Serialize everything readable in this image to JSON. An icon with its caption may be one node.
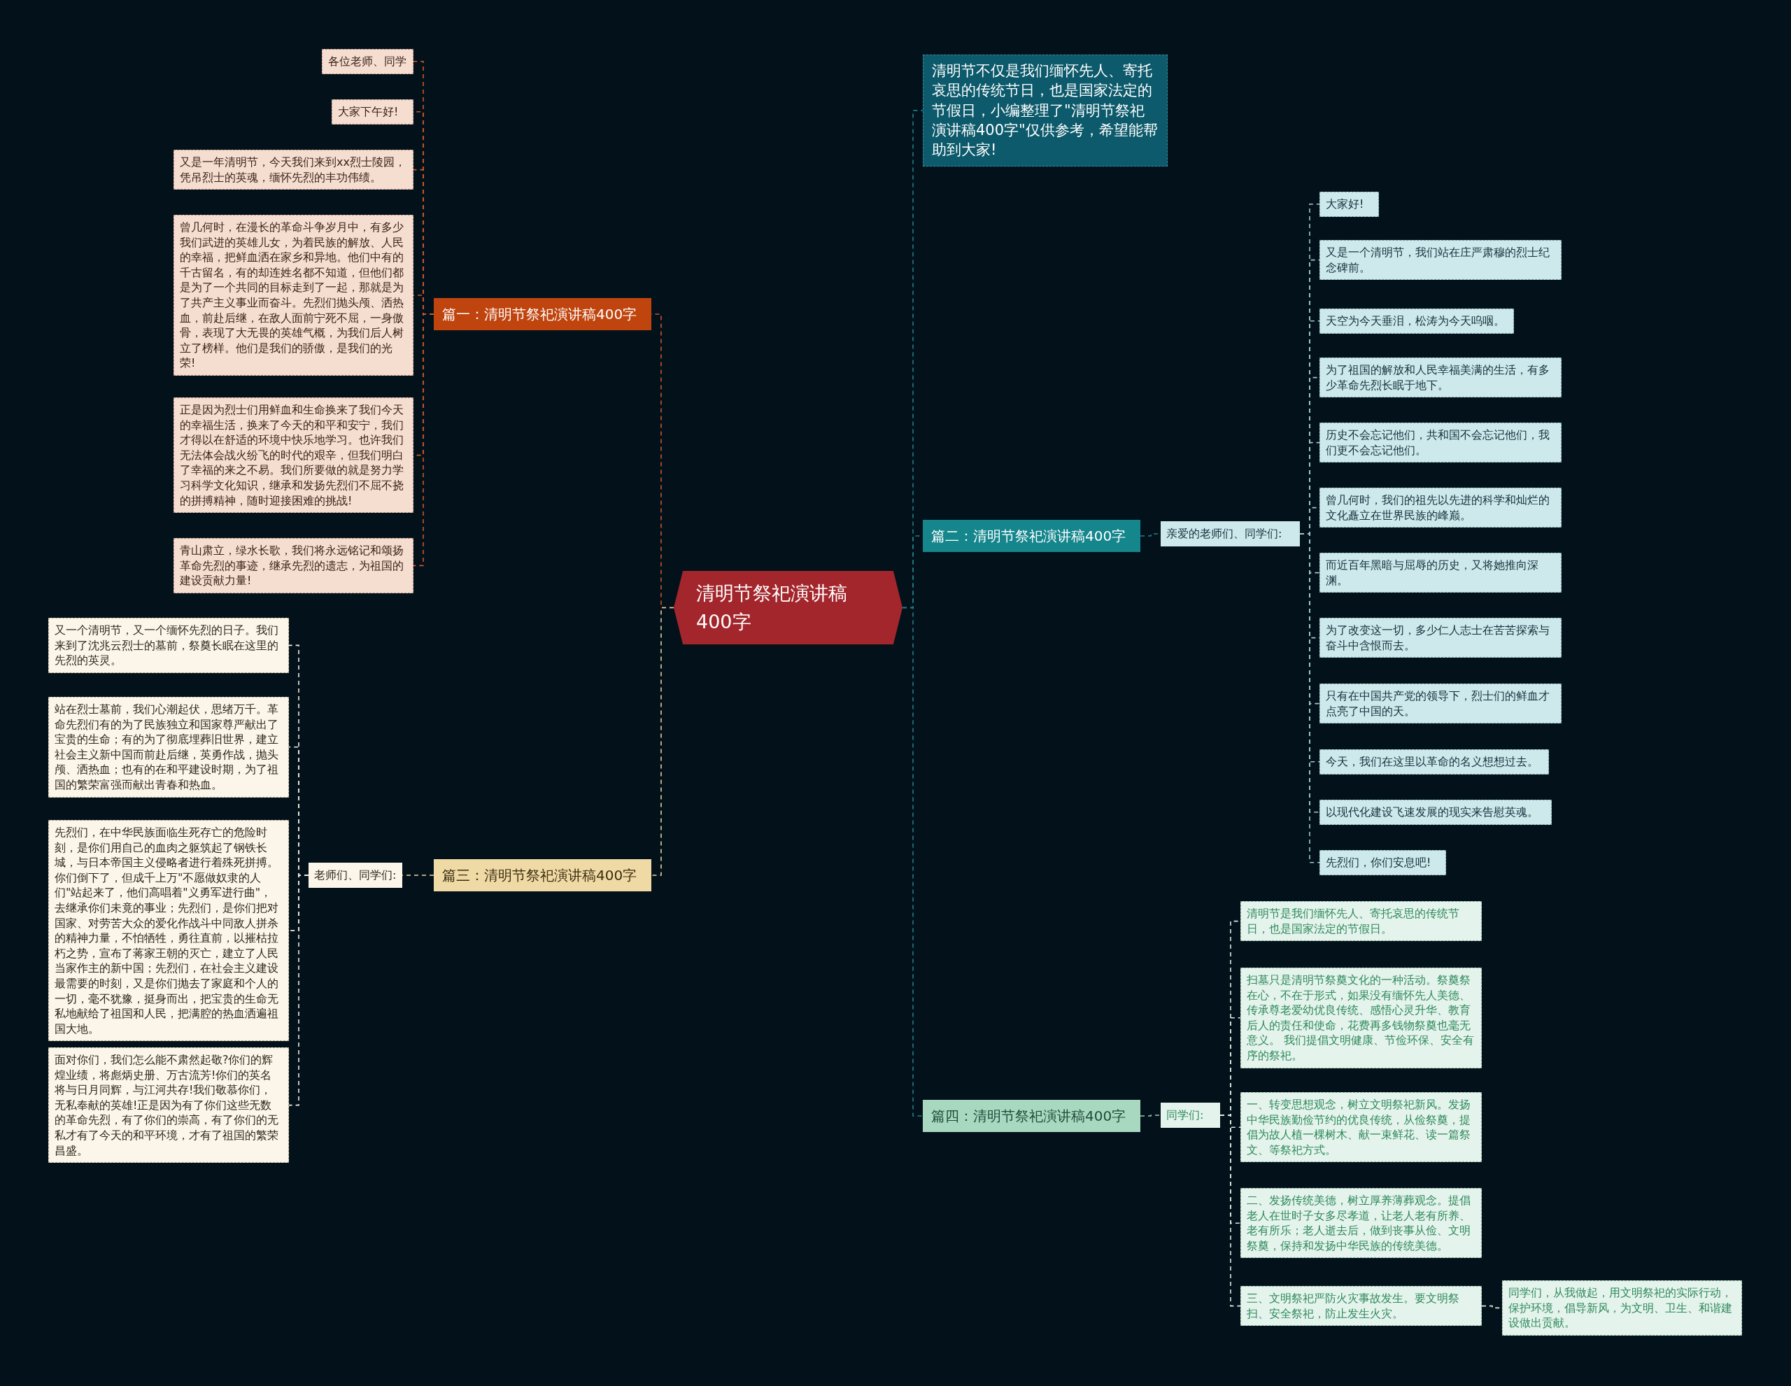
{
  "diagram": {
    "nodes": [
      {
        "text": [
          "清明节祭祀演讲稿400字"
        ]
      },
      {
        "text": [
          "清明节不仅是我们缅怀先人、寄托哀思的传统节日，也是国家法定的节假日，小编整理了\"清明节祭祀演讲稿400字\"仅供参考，希望能帮助到大家!"
        ]
      },
      {
        "text": [
          "篇一：清明节祭祀演讲稿400字"
        ]
      },
      {
        "text": [
          "各位老师、同学"
        ]
      },
      {
        "text": [
          "大家下午好!"
        ]
      },
      {
        "text": [
          "又是一年清明节，今天我们来到xx烈士陵园，凭吊烈士的英魂，缅怀先烈的丰功伟绩。"
        ]
      },
      {
        "text": [
          "曾几何时，在漫长的革命斗争岁月中，有多少我们武进的英雄儿女，为着民族的解放、人民的幸福，把鲜血洒在家乡和异地。他们中有的千古留名，有的却连姓名都不知道，但他们都是为了一个共同的目标走到了一起，那就是为了共产主义事业而奋斗。先烈们抛头颅、洒热血，前赴后继，在敌人面前宁死不屈，一身傲骨，表现了大无畏的英雄气概，为我们后人树立了榜样。他们是我们的骄傲，是我们的光荣!"
        ]
      },
      {
        "text": [
          "正是因为烈士们用鲜血和生命换来了我们今天的幸福生活，换来了今天的和平和安宁，我们才得以在舒适的环境中快乐地学习。也许我们无法体会战火纷飞的时代的艰辛，但我们明白了幸福的来之不易。我们所要做的就是努力学习科学文化知识，继承和发扬先烈们不屈不挠的拼搏精神，随时迎接困难的挑战!"
        ]
      },
      {
        "text": [
          "青山肃立，绿水长歌，我们将永远铭记和颂扬革命先烈的事迹，继承先烈的遗志，为祖国的建设贡献力量!"
        ]
      },
      {
        "text": [
          "篇二：清明节祭祀演讲稿400字"
        ]
      },
      {
        "text": [
          "亲爱的老师们、同学们:"
        ]
      },
      {
        "text": [
          "大家好!"
        ]
      },
      {
        "text": [
          "又是一个清明节，我们站在庄严肃穆的烈士纪念碑前。"
        ]
      },
      {
        "text": [
          "天空为今天垂泪，松涛为今天呜咽。"
        ]
      },
      {
        "text": [
          "为了祖国的解放和人民幸福美满的生活，有多少革命先烈长眠于地下。"
        ]
      },
      {
        "text": [
          "历史不会忘记他们，共和国不会忘记他们，我们更不会忘记他们。"
        ]
      },
      {
        "text": [
          "曾几何时，我们的祖先以先进的科学和灿烂的文化矗立在世界民族的峰巅。"
        ]
      },
      {
        "text": [
          "而近百年黑暗与屈辱的历史，又将她推向深渊。"
        ]
      },
      {
        "text": [
          "为了改变这一切，多少仁人志士在苦苦探索与奋斗中含恨而去。"
        ]
      },
      {
        "text": [
          "只有在中国共产党的领导下，烈士们的鲜血才点亮了中国的天。"
        ]
      },
      {
        "text": [
          "今天，我们在这里以革命的名义想想过去。"
        ]
      },
      {
        "text": [
          "以现代化建设飞速发展的现实来告慰英魂。"
        ]
      },
      {
        "text": [
          "先烈们，你们安息吧!"
        ]
      },
      {
        "text": [
          "篇三：清明节祭祀演讲稿400字"
        ]
      },
      {
        "text": [
          "老师们、同学们:"
        ]
      },
      {
        "text": [
          "又一个清明节，又一个缅怀先烈的日子。我们来到了沈兆云烈士的墓前，祭奠长眠在这里的先烈的英灵。"
        ]
      },
      {
        "text": [
          "站在烈士墓前，我们心潮起伏，思绪万千。革命先烈们有的为了民族独立和国家尊严献出了宝贵的生命；有的为了彻底埋葬旧世界，建立社会主义新中国而前赴后继，英勇作战，抛头颅、洒热血；也有的在和平建设时期，为了祖国的繁荣富强而献出青春和热血。"
        ]
      },
      {
        "text": [
          "先烈们，在中华民族面临生死存亡的危险时刻，是你们用自己的血肉之躯筑起了钢铁长城，与日本帝国主义侵略者进行着殊死拼搏。你们倒下了，但成千上万\"不愿做奴隶的人们\"站起来了，他们高唱着\"义勇军进行曲\"，去继承你们未竟的事业；先烈们，是你们把对国家、对劳苦大众的爱化作战斗中同敌人拼杀的精神力量，不怕牺牲，勇往直前，以摧枯拉朽之势，宣布了蒋家王朝的灭亡，建立了人民当家作主的新中国；先烈们，在社会主义建设最需要的时刻，又是你们抛去了家庭和个人的一切，毫不犹豫，挺身而出，把宝贵的生命无私地献给了祖国和人民，把满腔的热血洒遍祖国大地。"
        ]
      },
      {
        "text": [
          "面对你们，我们怎么能不肃然起敬?你们的辉煌业绩，将彪炳史册、万古流芳!你们的英名将与日月同辉，与江河共存!我们敬慕你们，无私奉献的英雄!正是因为有了你们这些无数的革命先烈，有了你们的崇高，有了你们的无私才有了今天的和平环境，才有了祖国的繁荣昌盛。"
        ]
      },
      {
        "text": [
          "篇四：清明节祭祀演讲稿400字"
        ]
      },
      {
        "text": [
          "同学们:"
        ]
      },
      {
        "text": [
          "清明节是我们缅怀先人、寄托哀思的传统节日，也是国家法定的节假日。"
        ]
      },
      {
        "text": [
          "扫墓只是清明节祭奠文化的一种活动。祭奠祭在心，不在于形式，如果没有缅怀先人美德、传承尊老爱幼优良传统、感悟心灵升华、教育后人的责任和使命，花费再多钱物祭奠也毫无意义。 我们提倡文明健康、节俭环保、安全有序的祭祀。"
        ]
      },
      {
        "text": [
          "一、转变思想观念，树立文明祭祀新风。发扬中华民族勤俭节约的优良传统，从俭祭奠，提倡为故人植一棵树木、献一束鲜花、读一篇祭文、等祭祀方式。"
        ]
      },
      {
        "text": [
          "二、发扬传统美德，树立厚养薄葬观念。提倡老人在世时子女多尽孝道，让老人老有所养、老有所乐；老人逝去后，做到丧事从俭、文明祭奠，保持和发扬中华民族的传统美德。"
        ]
      },
      {
        "text": [
          "三、文明祭祀严防火灾事故发生。要文明祭扫、安全祭祀，防止发生火灾。"
        ]
      },
      {
        "text": [
          "同学们，从我做起，用文明祭祀的实际行动，保护环境，倡导新风，为文明、卫生、和谐建设做出贡献。"
        ]
      }
    ],
    "edges": [
      {
        "from": 0,
        "to": 1,
        "arrow": "none",
        "style": "dashed",
        "color": "#1f7f8a"
      },
      {
        "from": 0,
        "to": 2,
        "arrow": "none",
        "style": "dashed",
        "color": "#d0562a"
      },
      {
        "from": 0,
        "to": 9,
        "arrow": "none",
        "style": "dashed",
        "color": "#1f7f8a"
      },
      {
        "from": 0,
        "to": 23,
        "arrow": "none",
        "style": "dashed",
        "color": "#e8d3a0"
      },
      {
        "from": 0,
        "to": 29,
        "arrow": "none",
        "style": "dashed",
        "color": "#1f7f8a"
      },
      {
        "from": 2,
        "to": 3,
        "arrow": "none",
        "style": "dashed",
        "color": "#d0562a"
      },
      {
        "from": 2,
        "to": 4,
        "arrow": "none",
        "style": "dashed",
        "color": "#d0562a"
      },
      {
        "from": 2,
        "to": 5,
        "arrow": "none",
        "style": "dashed",
        "color": "#d0562a"
      },
      {
        "from": 2,
        "to": 6,
        "arrow": "none",
        "style": "dashed",
        "color": "#d0562a"
      },
      {
        "from": 2,
        "to": 7,
        "arrow": "none",
        "style": "dashed",
        "color": "#d0562a"
      },
      {
        "from": 2,
        "to": 8,
        "arrow": "none",
        "style": "dashed",
        "color": "#d0562a"
      },
      {
        "from": 9,
        "to": 10,
        "arrow": "none",
        "style": "dashed",
        "color": "#1f7f8a"
      },
      {
        "from": 10,
        "to": 11,
        "arrow": "none",
        "style": "dashed",
        "color": "#9fc9cf"
      },
      {
        "from": 10,
        "to": 12,
        "arrow": "none",
        "style": "dashed",
        "color": "#9fc9cf"
      },
      {
        "from": 10,
        "to": 13,
        "arrow": "none",
        "style": "dashed",
        "color": "#9fc9cf"
      },
      {
        "from": 10,
        "to": 14,
        "arrow": "none",
        "style": "dashed",
        "color": "#9fc9cf"
      },
      {
        "from": 10,
        "to": 15,
        "arrow": "none",
        "style": "dashed",
        "color": "#9fc9cf"
      },
      {
        "from": 10,
        "to": 16,
        "arrow": "none",
        "style": "dashed",
        "color": "#9fc9cf"
      },
      {
        "from": 10,
        "to": 17,
        "arrow": "none",
        "style": "dashed",
        "color": "#9fc9cf"
      },
      {
        "from": 10,
        "to": 18,
        "arrow": "none",
        "style": "dashed",
        "color": "#9fc9cf"
      },
      {
        "from": 10,
        "to": 19,
        "arrow": "none",
        "style": "dashed",
        "color": "#9fc9cf"
      },
      {
        "from": 10,
        "to": 20,
        "arrow": "none",
        "style": "dashed",
        "color": "#9fc9cf"
      },
      {
        "from": 10,
        "to": 21,
        "arrow": "none",
        "style": "dashed",
        "color": "#9fc9cf"
      },
      {
        "from": 10,
        "to": 22,
        "arrow": "none",
        "style": "dashed",
        "color": "#9fc9cf"
      },
      {
        "from": 23,
        "to": 24,
        "arrow": "none",
        "style": "dashed",
        "color": "#e8d3a0"
      },
      {
        "from": 24,
        "to": 25,
        "arrow": "none",
        "style": "dashed",
        "color": "#f3ecdc"
      },
      {
        "from": 24,
        "to": 26,
        "arrow": "none",
        "style": "dashed",
        "color": "#f3ecdc"
      },
      {
        "from": 24,
        "to": 27,
        "arrow": "none",
        "style": "dashed",
        "color": "#f3ecdc"
      },
      {
        "from": 24,
        "to": 28,
        "arrow": "none",
        "style": "dashed",
        "color": "#f3ecdc"
      },
      {
        "from": 29,
        "to": 30,
        "arrow": "none",
        "style": "dashed",
        "color": "#8fcfb0"
      },
      {
        "from": 30,
        "to": 31,
        "arrow": "none",
        "style": "dashed",
        "color": "#d8ece2"
      },
      {
        "from": 30,
        "to": 32,
        "arrow": "none",
        "style": "dashed",
        "color": "#d8ece2"
      },
      {
        "from": 30,
        "to": 33,
        "arrow": "none",
        "style": "dashed",
        "color": "#d8ece2"
      },
      {
        "from": 30,
        "to": 34,
        "arrow": "none",
        "style": "dashed",
        "color": "#d8ece2"
      },
      {
        "from": 30,
        "to": 35,
        "arrow": "none",
        "style": "dashed",
        "color": "#d8ece2"
      },
      {
        "from": 35,
        "to": 36,
        "arrow": "none",
        "style": "dashed",
        "color": "#d8ece2"
      }
    ]
  }
}
